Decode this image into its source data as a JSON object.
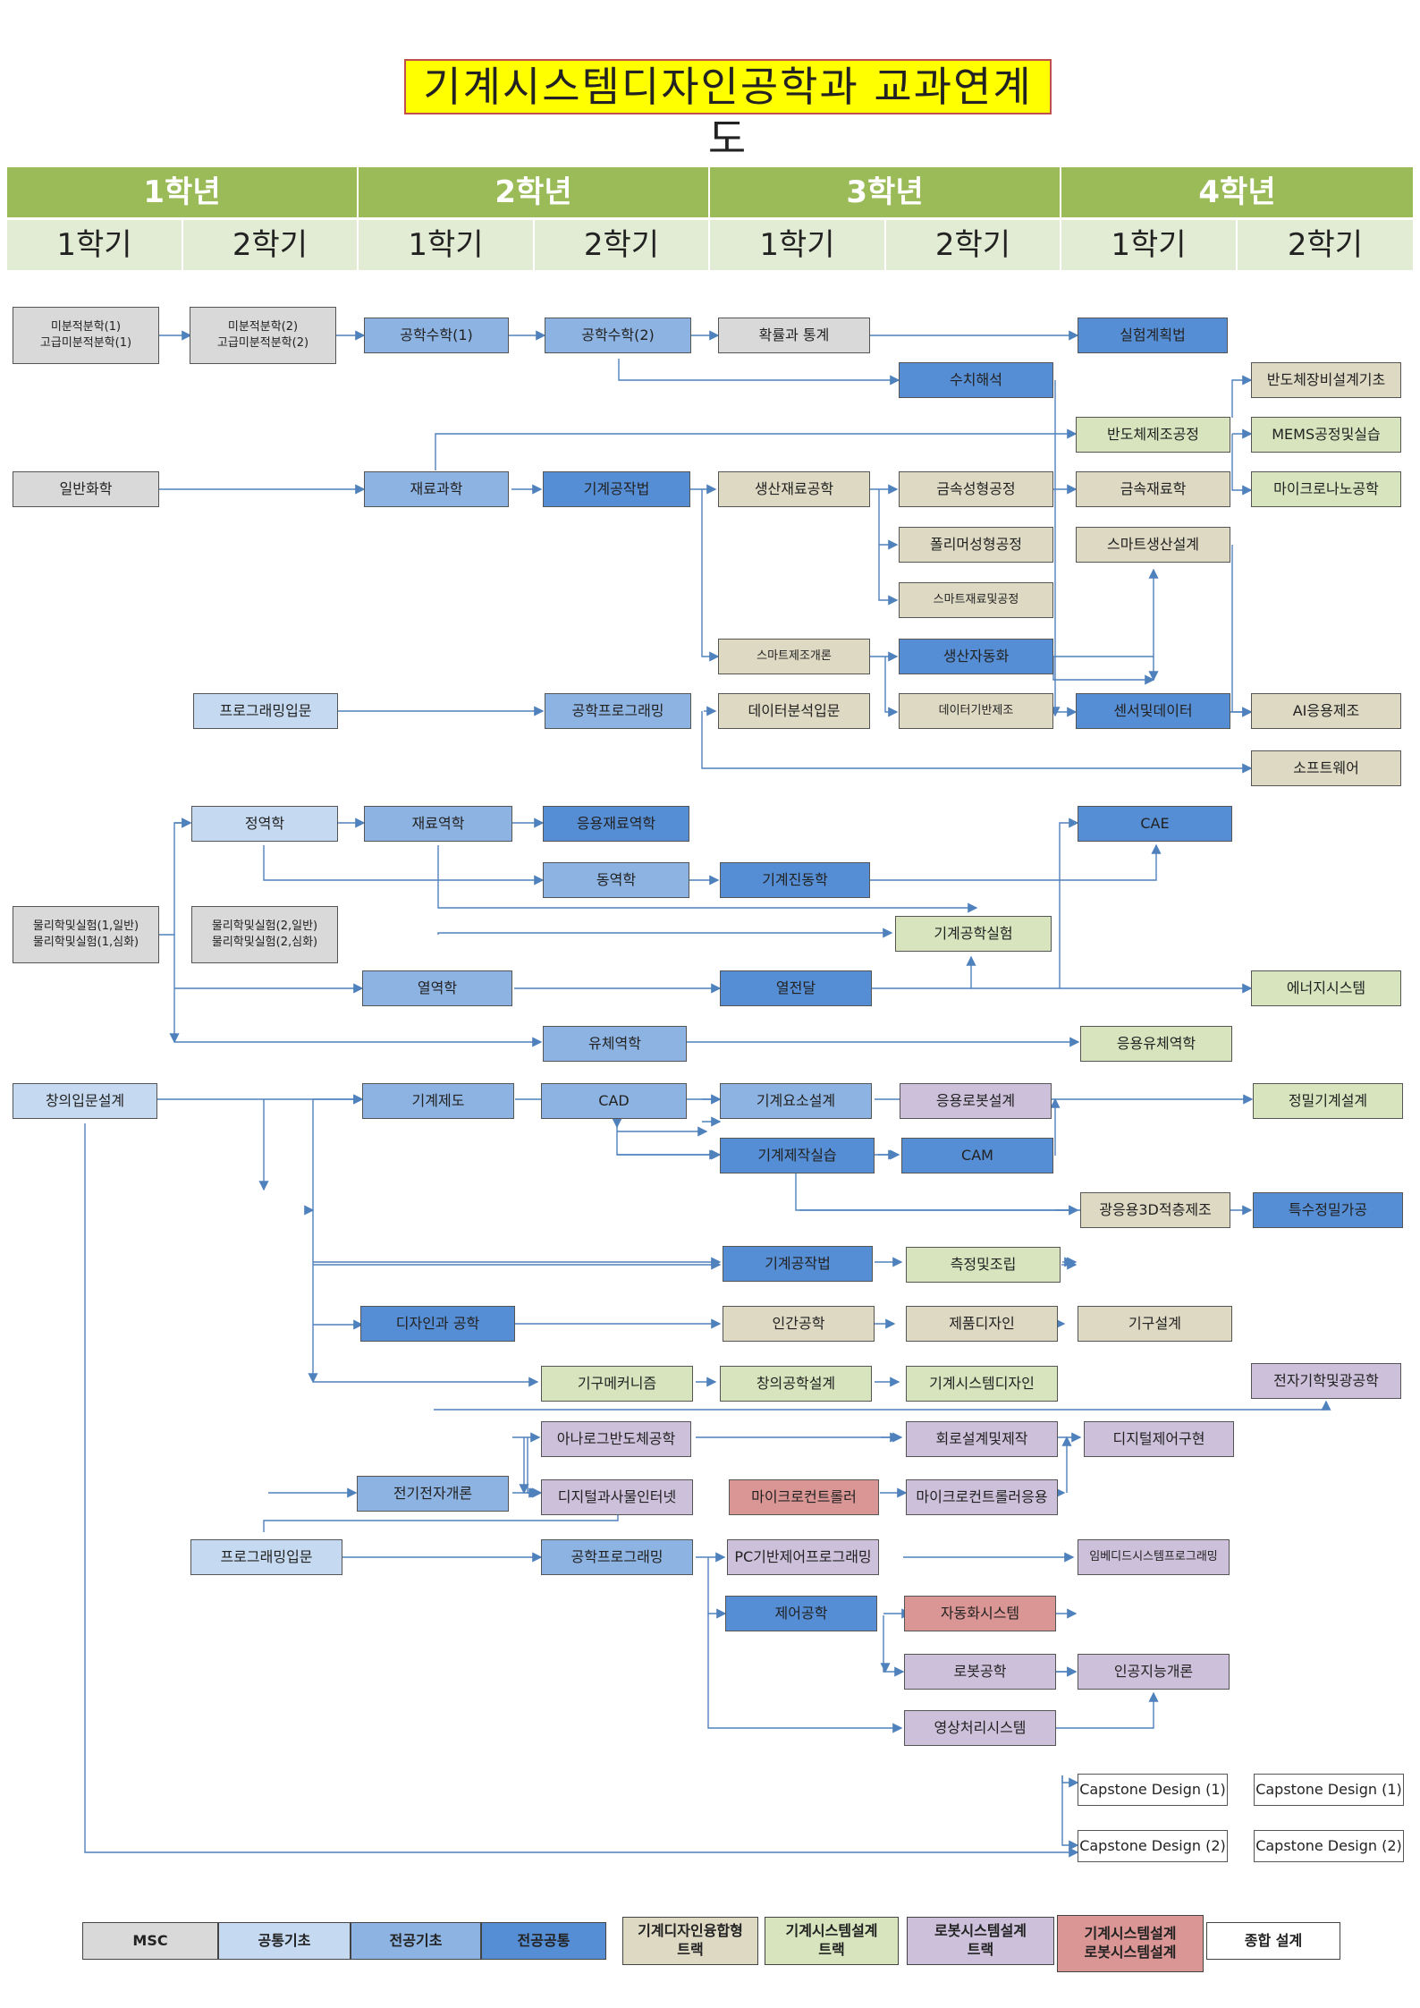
{
  "title": "기계시스템디자인공학과 교과연계도",
  "years": [
    "1학년",
    "2학년",
    "3학년",
    "4학년"
  ],
  "semesters": [
    "1학기",
    "2학기",
    "1학기",
    "2학기",
    "1학기",
    "2학기",
    "1학기",
    "2학기"
  ],
  "colors": {
    "MSC": "#d9d9d9",
    "공통기초": "#c5d9f1",
    "전공기초": "#8db3e2",
    "전공공통": "#558ed5",
    "기계디자인융합형트랙": "#ddd9c3",
    "기계시스템설계트랙": "#d7e4bd",
    "로봇시스템설계트랙": "#ccc0da",
    "기계시스템설계/로봇시스템설계": "#da9694",
    "종합설계": "#ffffff",
    "header": "#9bbb59",
    "title_bg": "#ffff00"
  },
  "courses": {
    "c1": "미분적분학(1)\n고급미분적분학(1)",
    "c2": "미분적분학(2)\n고급미분적분학(2)",
    "c3": "공학수학(1)",
    "c4": "공학수학(2)",
    "c5": "확률과 통계",
    "c6": "실험계획법",
    "c7": "수치해석",
    "c8": "반도체장비설계기초",
    "c9": "반도체제조공정",
    "c10": "MEMS공정및실습",
    "c11": "일반화학",
    "c12": "재료과학",
    "c13": "기계공작법",
    "c14": "생산재료공학",
    "c15": "금속성형공정",
    "c16": "금속재료학",
    "c17": "마이크로나노공학",
    "c18": "폴리머성형공정",
    "c19": "스마트생산설계",
    "c20": "스마트재료및공정",
    "c21": "스마트제조개론",
    "c22": "생산자동화",
    "c23": "프로그래밍입문",
    "c24": "공학프로그래밍",
    "c25": "데이터분석입문",
    "c26": "데이터기반제조",
    "c27": "센서및데이터",
    "c28": "AI응용제조",
    "c29": "소프트웨어",
    "c30": "정역학",
    "c31": "재료역학",
    "c32": "응용재료역학",
    "c33": "CAE",
    "c34": "동역학",
    "c35": "기계진동학",
    "c36": "물리학및실험(1,일반)\n물리학및실험(1,심화)",
    "c37": "물리학및실험(2,일반)\n물리학및실험(2,심화)",
    "c38": "기계공학실험",
    "c39": "열역학",
    "c40": "열전달",
    "c41": "에너지시스템",
    "c42": "유체역학",
    "c43": "응용유체역학",
    "c44": "창의입문설계",
    "c45": "기계제도",
    "c46": "CAD",
    "c47": "기계요소설계",
    "c48": "응용로봇설계",
    "c49": "정밀기계설계",
    "c50": "기계제작실습",
    "c51": "CAM",
    "c52": "광응용3D적층제조",
    "c53": "특수정밀가공",
    "c54": "기계공작법",
    "c55": "측정및조립",
    "c56": "디자인과 공학",
    "c57": "인간공학",
    "c58": "제품디자인",
    "c59": "기구설계",
    "c60": "기구메커니즘",
    "c61": "창의공학설계",
    "c62": "기계시스템디자인",
    "c63": "전자기학및광공학",
    "c64": "아나로그반도체공학",
    "c65": "회로설계및제작",
    "c66": "디지털제어구현",
    "c67": "전기전자개론",
    "c68": "디지털과사물인터넷",
    "c69": "마이크로컨트롤러",
    "c70": "마이크로컨트롤러응용",
    "c71": "프로그래밍입문",
    "c72": "공학프로그래밍",
    "c73": "PC기반제어프로그래밍",
    "c74": "임베디드시스템프로그래밍",
    "c75": "제어공학",
    "c76": "자동화시스템",
    "c77": "로봇공학",
    "c78": "인공지능개론",
    "c79": "영상처리시스템",
    "c80": "Capstone Design (1)",
    "c81": "Capstone Design (1)",
    "c82": "Capstone Design (2)",
    "c83": "Capstone Design (2)"
  },
  "legend": [
    "MSC",
    "공통기초",
    "전공기초",
    "전공공통",
    "기계디자인융합형\n트랙",
    "기계시스템설계\n트랙",
    "로봇시스템설계\n트랙",
    "기계시스템설계\n로봇시스템설계",
    "종합 설계"
  ]
}
